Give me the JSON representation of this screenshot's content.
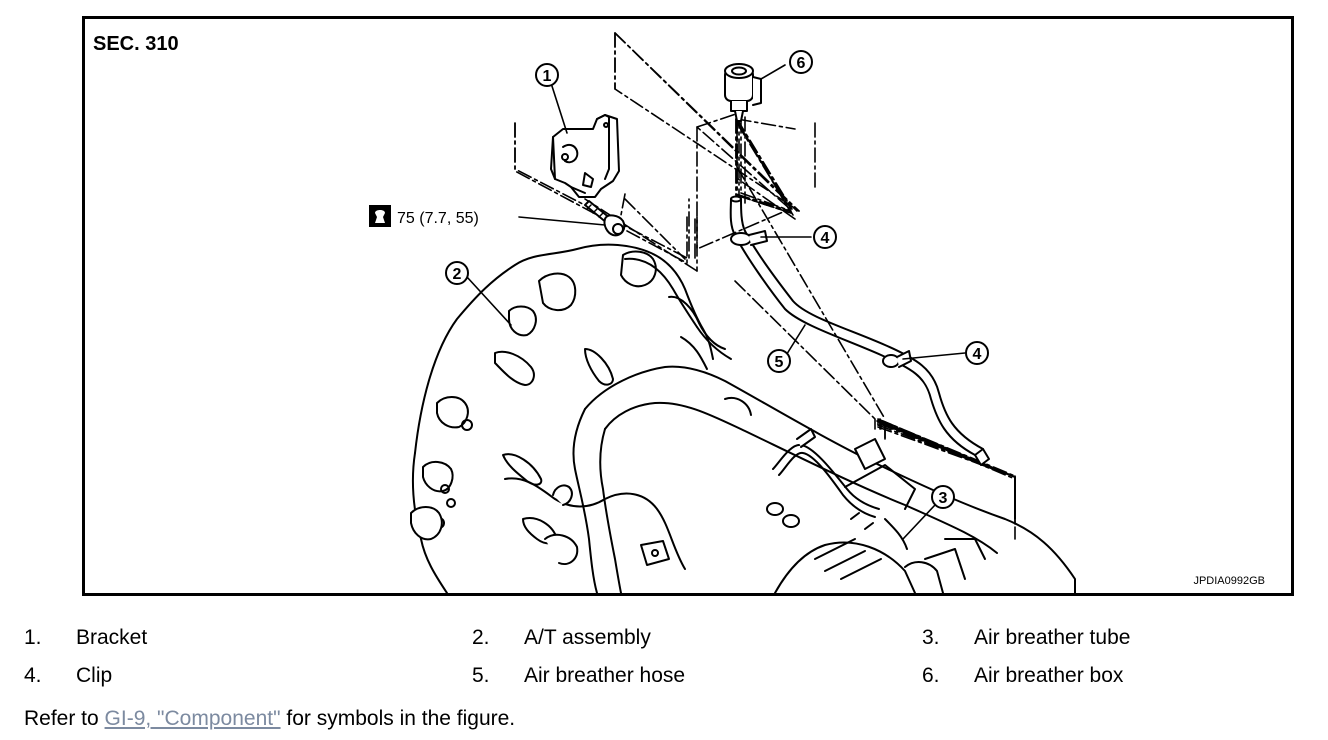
{
  "figure": {
    "section": "SEC. 310",
    "figure_id": "JPDIA0992GB",
    "torque": "75 (7.7, 55)",
    "callouts": [
      "1",
      "2",
      "3",
      "4",
      "4",
      "5",
      "6"
    ]
  },
  "legend": [
    {
      "num": "1.",
      "label": "Bracket"
    },
    {
      "num": "2.",
      "label": "A/T assembly"
    },
    {
      "num": "3.",
      "label": "Air breather tube"
    },
    {
      "num": "4.",
      "label": "Clip"
    },
    {
      "num": "5.",
      "label": "Air breather hose"
    },
    {
      "num": "6.",
      "label": "Air breather box"
    }
  ],
  "refer": {
    "prefix": "Refer to ",
    "link": "GI-9, \"Component\"",
    "suffix": " for symbols in the figure."
  }
}
